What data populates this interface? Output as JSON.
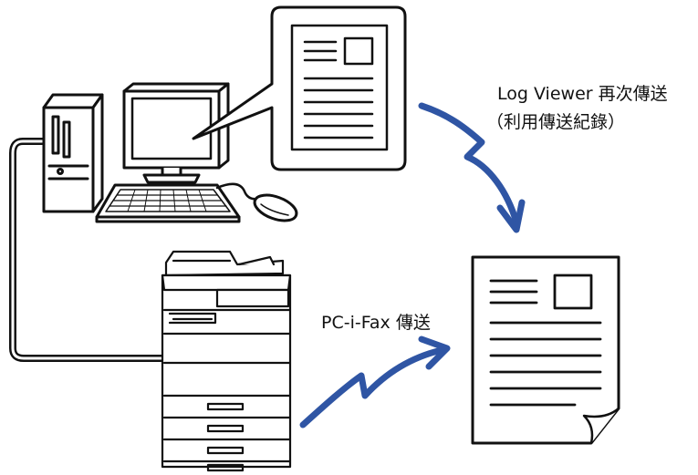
{
  "labels": {
    "log_viewer_resend": "Log Viewer 再次傳送",
    "log_viewer_resend_sub": "（利用傳送紀錄）",
    "pcifax_send": "PC-i-Fax 傳送"
  },
  "colors": {
    "arrow": "#2f55a4",
    "line": "#111111",
    "paper": "#ffffff"
  },
  "icons": {
    "computer": "desktop-computer-icon",
    "mfp": "multifunction-printer-icon",
    "document": "document-icon",
    "received_document": "document-page-curl-icon"
  }
}
